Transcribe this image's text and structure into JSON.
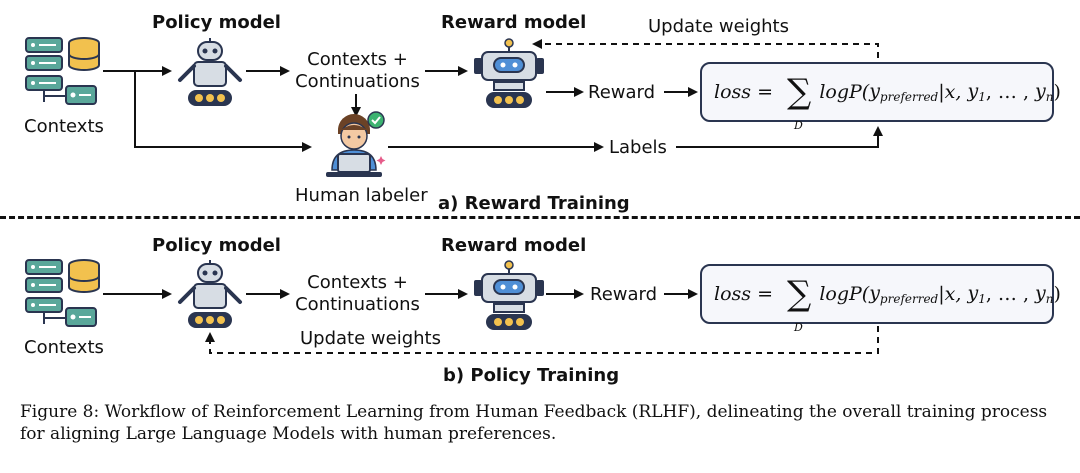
{
  "panel_a": {
    "policy_model": "Policy model",
    "reward_model": "Reward model",
    "contexts": "Contexts",
    "contexts_continuations_1": "Contexts +",
    "contexts_continuations_2": "Continuations",
    "reward": "Reward",
    "labels": "Labels",
    "human_labeler": "Human labeler",
    "update_weights": "Update weights",
    "title": "a) Reward Training"
  },
  "panel_b": {
    "policy_model": "Policy model",
    "reward_model": "Reward model",
    "contexts": "Contexts",
    "contexts_continuations_1": "Contexts +",
    "contexts_continuations_2": "Continuations",
    "reward": "Reward",
    "update_weights": "Update weights",
    "title": "b) Policy Training"
  },
  "formula": {
    "loss": "loss",
    "equals": " = ",
    "sum_symbol": "∑",
    "sum_sub": "D",
    "logp": "logP(",
    "y": "y",
    "preferred": "preferred",
    "bar_x": "|x, ",
    "y1": "y",
    "one": "1",
    "dots": ", … , ",
    "yn": "y",
    "n": "n",
    "close": ")"
  },
  "caption": "Figure 8: Workflow of Reinforcement Learning from Human Feedback (RLHF), delineating the overall training process for aligning Large Language Models with human preferences.",
  "colors": {
    "robot_gray": "#d7dde4",
    "outline": "#2a3550",
    "accent_yellow": "#f2c14e",
    "screen_blue": "#4f8fd6",
    "server_teal": "#5aa79a",
    "check_green": "#3cb371",
    "labeler_skin": "#f3c9a3"
  }
}
